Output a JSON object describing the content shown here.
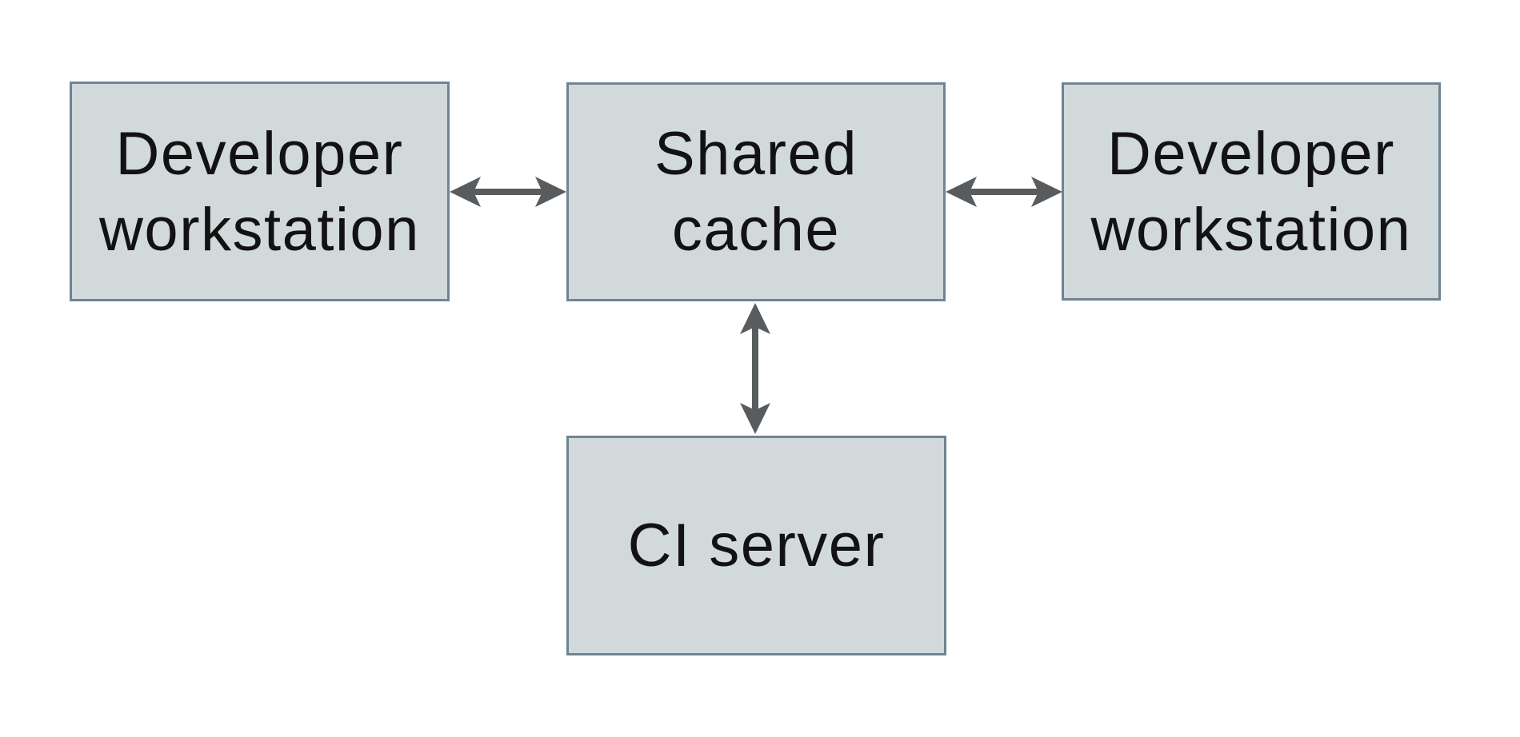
{
  "diagram": {
    "colors": {
      "background": "#ffffff",
      "node_fill": "#d2d9db",
      "node_border": "#6e8592",
      "arrow_color": "#595c5e",
      "text_color": "#121212"
    },
    "nodes": [
      {
        "id": "developer-workstation-left",
        "label": "Developer workstation",
        "lines": [
          "Developer",
          "workstation"
        ]
      },
      {
        "id": "shared-cache",
        "label": "Shared cache",
        "lines": [
          "Shared",
          "cache"
        ]
      },
      {
        "id": "developer-workstation-right",
        "label": "Developer workstation",
        "lines": [
          "Developer",
          "workstation"
        ]
      },
      {
        "id": "ci-server",
        "label": "CI server",
        "lines": [
          "CI server"
        ]
      }
    ],
    "edges": [
      {
        "from": "Developer workstation (left)",
        "to": "Shared cache",
        "direction": "bidirectional"
      },
      {
        "from": "Shared cache",
        "to": "Developer workstation (right)",
        "direction": "bidirectional"
      },
      {
        "from": "Shared cache",
        "to": "CI server",
        "direction": "bidirectional"
      }
    ]
  }
}
